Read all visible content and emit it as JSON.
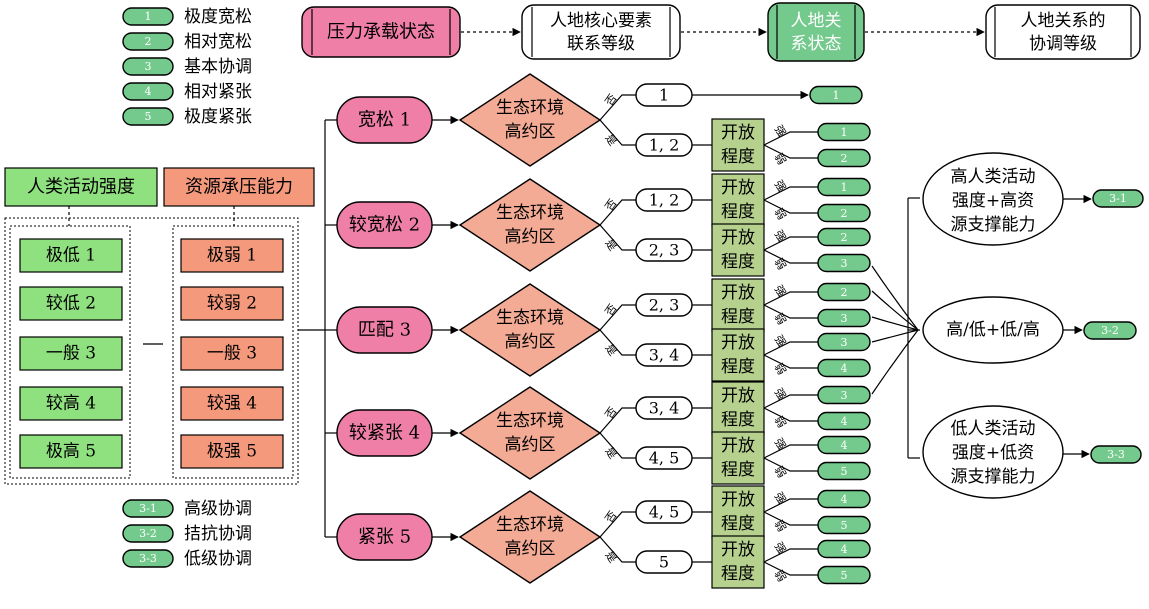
{
  "legend_levels": [
    {
      "num": "1",
      "text": "极度宽松"
    },
    {
      "num": "2",
      "text": "相对宽松"
    },
    {
      "num": "3",
      "text": "基本协调"
    },
    {
      "num": "4",
      "text": "相对紧张"
    },
    {
      "num": "5",
      "text": "极度紧张"
    }
  ],
  "legend_outcomes": [
    {
      "num": "3-1",
      "text": "高级协调"
    },
    {
      "num": "3-2",
      "text": "拮抗协调"
    },
    {
      "num": "3-3",
      "text": "低级协调"
    }
  ],
  "flow": {
    "box1": "压力承载状态",
    "box2_l1": "人地核心要素",
    "box2_l2": "联系等级",
    "box3_l1": "人地关",
    "box3_l2": "系状态",
    "box4_l1": "人地关系的",
    "box4_l2": "协调等级"
  },
  "left": {
    "human_title": "人类活动强度",
    "resource_title": "资源承压能力",
    "human_items": [
      "极低 1",
      "较低 2",
      "一般 3",
      "较高 4",
      "极高 5"
    ],
    "resource_items": [
      "极弱 1",
      "较弱 2",
      "一般 3",
      "较强 4",
      "极强 5"
    ]
  },
  "states": [
    "宽松 1",
    "较宽松 2",
    "匹配 3",
    "较紧张 4",
    "紧张 5"
  ],
  "eco_l1": "生态环境",
  "eco_l2": "高约区",
  "no": "否",
  "yes": "是",
  "open_l1": "开放",
  "open_l2": "程度",
  "strong": "强",
  "weak": "弱",
  "branches": [
    {
      "no_val": "1",
      "yes_val": "1, 2"
    },
    {
      "no_val": "1, 2",
      "yes_val": "2, 3"
    },
    {
      "no_val": "2, 3",
      "yes_val": "3, 4"
    },
    {
      "no_val": "3, 4",
      "yes_val": "4, 5"
    },
    {
      "no_val": "4, 5",
      "yes_val": "5"
    }
  ],
  "results": [
    {
      "direct": "1",
      "yes": [
        "1",
        "2"
      ]
    },
    {
      "no": [
        "1",
        "2"
      ],
      "yes": [
        "2",
        "3"
      ]
    },
    {
      "no": [
        "2",
        "3"
      ],
      "yes": [
        "3",
        "4"
      ]
    },
    {
      "no": [
        "3",
        "4"
      ],
      "yes": [
        "4",
        "5"
      ]
    },
    {
      "no": [
        "4",
        "5"
      ],
      "yes": [
        "4",
        "5"
      ]
    }
  ],
  "final": [
    {
      "l1": "高人类活动",
      "l2": "强度+高资",
      "l3": "源支撑能力",
      "code": "3-1"
    },
    {
      "l1": "高/低+低/高",
      "code": "3-2"
    },
    {
      "l1": "低人类活动",
      "l2": "强度+低资",
      "l3": "源支撑能力",
      "code": "3-3"
    }
  ]
}
